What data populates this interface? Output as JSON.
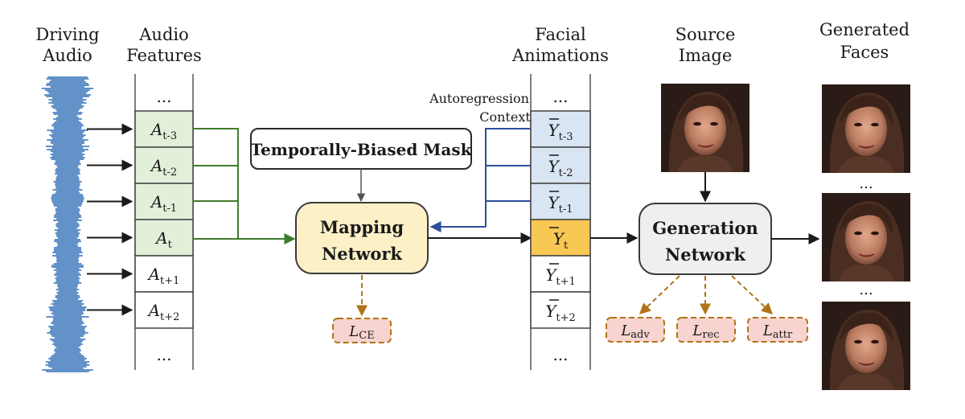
{
  "headers": {
    "driving_audio": [
      "Driving",
      "Audio"
    ],
    "audio_features": [
      "Audio",
      "Features"
    ],
    "facial_animations": [
      "Facial",
      "Animations"
    ],
    "source_image": [
      "Source",
      "Image"
    ],
    "generated_faces": [
      "Generated",
      "Faces"
    ]
  },
  "audio_features": {
    "top_ellipsis": "...",
    "bottom_ellipsis": "...",
    "cells": [
      {
        "base": "A",
        "sub": "t-3",
        "highlight": true
      },
      {
        "base": "A",
        "sub": "t-2",
        "highlight": true
      },
      {
        "base": "A",
        "sub": "t-1",
        "highlight": true
      },
      {
        "base": "A",
        "sub": "t",
        "highlight": true
      },
      {
        "base": "A",
        "sub": "t+1",
        "highlight": false
      },
      {
        "base": "A",
        "sub": "t+2",
        "highlight": false
      }
    ]
  },
  "facial_animations": {
    "top_ellipsis": "...",
    "bottom_ellipsis": "...",
    "cells": [
      {
        "base": "Y",
        "sub": "t-3",
        "state": "context"
      },
      {
        "base": "Y",
        "sub": "t-2",
        "state": "context"
      },
      {
        "base": "Y",
        "sub": "t-1",
        "state": "context"
      },
      {
        "base": "Y",
        "sub": "t",
        "state": "current"
      },
      {
        "base": "Y",
        "sub": "t+1",
        "state": "future"
      },
      {
        "base": "Y",
        "sub": "t+2",
        "state": "future"
      }
    ]
  },
  "autoregression_label": [
    "Autoregression",
    "Context"
  ],
  "temporal_mask": "Temporally-Biased Mask",
  "mapping_network": [
    "Mapping",
    "Network"
  ],
  "generation_network": [
    "Generation",
    "Network"
  ],
  "losses": {
    "ce": {
      "script": "L",
      "sub": "CE"
    },
    "adv": {
      "script": "L",
      "sub": "adv"
    },
    "rec": {
      "script": "L",
      "sub": "rec"
    },
    "attr": {
      "script": "L",
      "sub": "attr"
    }
  },
  "faces_ellipsis": [
    "...",
    "..."
  ],
  "colors": {
    "green_cell": "#e2efd9",
    "green_line": "#3f7d2c",
    "blue_cell": "#dae5f3",
    "blue_line": "#2d4e9c",
    "current_cell": "#f8c754",
    "mapping_fill": "#fdf0c7",
    "mapping_stroke": "#3a3a3a",
    "generation_fill": "#efefef",
    "loss_fill": "#f7d4d0",
    "loss_stroke": "#b07318",
    "waveform": "#2f6fb6"
  }
}
